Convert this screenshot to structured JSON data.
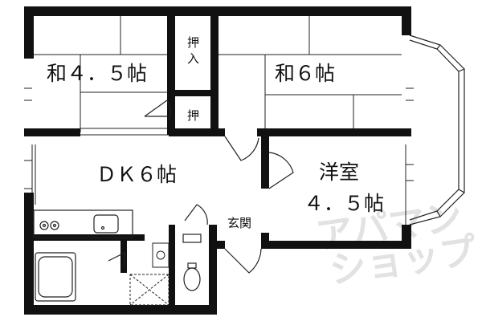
{
  "floorplan": {
    "rooms": {
      "washitsu_45": "和４．５帖",
      "washitsu_6": "和６帖",
      "dk": "ＤＫ６帖",
      "yoshitsu_title": "洋室",
      "yoshitsu_size": "４．５帖"
    },
    "closets": {
      "oshiire_a1": "押",
      "oshiire_a2": "入",
      "oshiire_b": "押"
    },
    "genkan": "玄関"
  },
  "watermark": {
    "line1": "アパマン",
    "line2": "ショップ"
  },
  "colors": {
    "wall": "#111111",
    "line": "#222222",
    "watermark": "#e2e2e2",
    "background": "#ffffff"
  },
  "icons": [
    "door-swing-icon",
    "sliding-door-icon",
    "stove-burner-icon",
    "sink-icon",
    "bathtub-icon",
    "toilet-icon",
    "washing-machine-icon",
    "bay-window-icon"
  ]
}
